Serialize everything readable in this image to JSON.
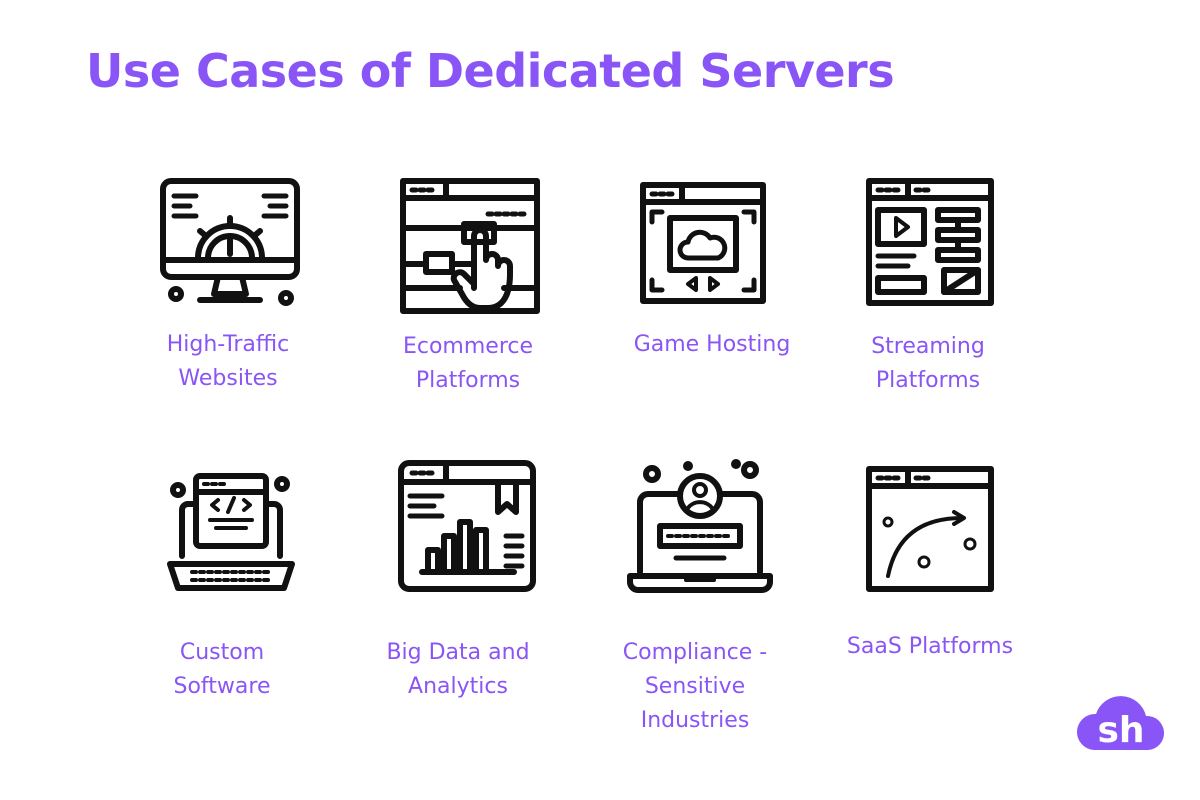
{
  "title": "Use Cases of Dedicated Servers",
  "accent_color": "#8a55f6",
  "icon_color": "#111111",
  "use_cases": [
    {
      "id": "high-traffic",
      "icon": "monitor-speedometer-icon",
      "label_lines": [
        "High-Traffic",
        "Websites"
      ]
    },
    {
      "id": "ecommerce",
      "icon": "browser-click-hand-icon",
      "label_lines": [
        "Ecommerce",
        "Platforms"
      ]
    },
    {
      "id": "game-hosting",
      "icon": "browser-cloud-media-icon",
      "label_lines": [
        "Game Hosting"
      ]
    },
    {
      "id": "streaming",
      "icon": "browser-video-layout-icon",
      "label_lines": [
        "Streaming",
        "Platforms"
      ]
    },
    {
      "id": "custom-software",
      "icon": "laptop-code-icon",
      "label_lines": [
        "Custom",
        "Software"
      ]
    },
    {
      "id": "big-data",
      "icon": "browser-bar-chart-icon",
      "label_lines": [
        "Big Data and",
        "Analytics"
      ]
    },
    {
      "id": "compliance",
      "icon": "laptop-user-profile-icon",
      "label_lines": [
        "Compliance -",
        "Sensitive",
        "Industries"
      ]
    },
    {
      "id": "saas",
      "icon": "browser-growth-curve-icon",
      "label_lines": [
        "SaaS Platforms"
      ]
    }
  ],
  "logo": {
    "icon": "cloud-sh-logo-icon",
    "text": "sh"
  }
}
